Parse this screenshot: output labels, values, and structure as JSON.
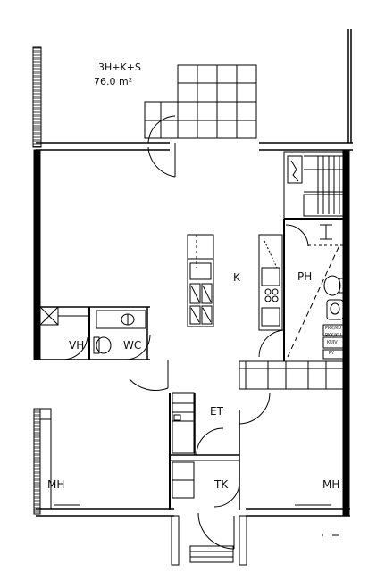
{
  "title": {
    "type": "3H+K+S",
    "area": "76.0 m²"
  },
  "rooms": {
    "kitchen": "K",
    "bathroom": "PH",
    "walk_in": "VH",
    "wc": "WC",
    "hall": "ET",
    "utility": "TK",
    "bedroom_left": "MH",
    "bedroom_right": "MH"
  },
  "fixture_labels": {
    "washer_dryer": "PKK/KU",
    "washer": "PKK/KU",
    "dryer": "KUIV",
    "laundry": "PY"
  }
}
